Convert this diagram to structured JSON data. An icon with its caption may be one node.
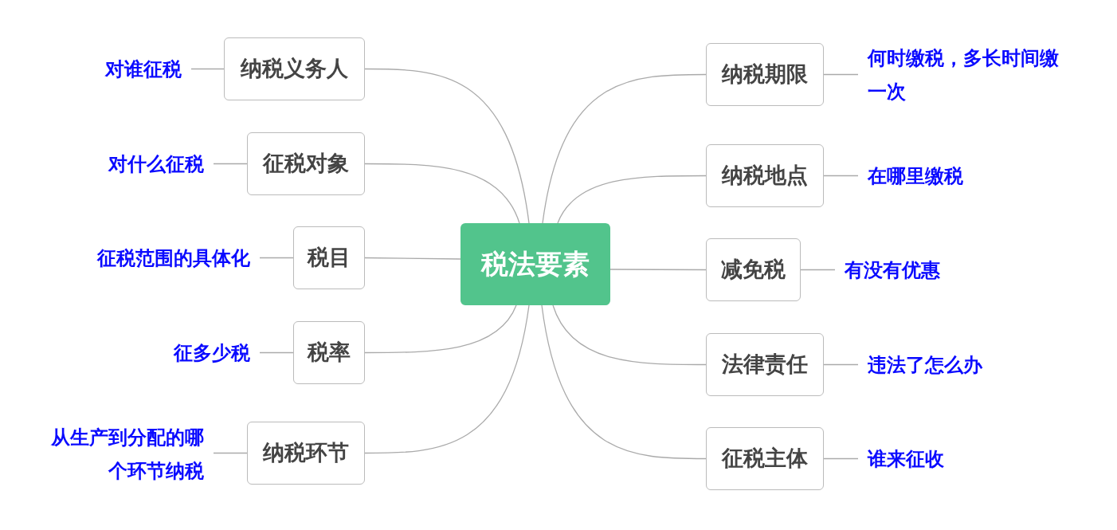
{
  "diagram": {
    "nodes": [
      {
        "text": [
          "税法要素"
        ]
      },
      {
        "text": [
          "纳税义务人"
        ]
      },
      {
        "text": [
          "征税对象"
        ]
      },
      {
        "text": [
          "税目"
        ]
      },
      {
        "text": [
          "税率"
        ]
      },
      {
        "text": [
          "纳税环节"
        ]
      },
      {
        "text": [
          "纳税期限"
        ]
      },
      {
        "text": [
          "纳税地点"
        ]
      },
      {
        "text": [
          "减免税"
        ]
      },
      {
        "text": [
          "法律责任"
        ]
      },
      {
        "text": [
          "征税主体"
        ]
      },
      {
        "text": [
          "对谁征税"
        ]
      },
      {
        "text": [
          "对什么征税"
        ]
      },
      {
        "text": [
          "征税范围的具体化"
        ]
      },
      {
        "text": [
          "征多少税"
        ]
      },
      {
        "text": [
          "从生产到分配的哪个环节纳税"
        ]
      },
      {
        "text": [
          "何时缴税，多长时间缴一次"
        ]
      },
      {
        "text": [
          "在哪里缴税"
        ]
      },
      {
        "text": [
          "有没有优惠"
        ]
      },
      {
        "text": [
          "违法了怎么办"
        ]
      },
      {
        "text": [
          "谁来征收"
        ]
      }
    ],
    "edges": [
      {
        "from": 0,
        "to": 1,
        "arrow": "none"
      },
      {
        "from": 0,
        "to": 2,
        "arrow": "none"
      },
      {
        "from": 0,
        "to": 3,
        "arrow": "none"
      },
      {
        "from": 0,
        "to": 4,
        "arrow": "none"
      },
      {
        "from": 0,
        "to": 5,
        "arrow": "none"
      },
      {
        "from": 0,
        "to": 6,
        "arrow": "none"
      },
      {
        "from": 0,
        "to": 7,
        "arrow": "none"
      },
      {
        "from": 0,
        "to": 8,
        "arrow": "none"
      },
      {
        "from": 0,
        "to": 9,
        "arrow": "none"
      },
      {
        "from": 0,
        "to": 10,
        "arrow": "none"
      },
      {
        "from": 1,
        "to": 11,
        "arrow": "none"
      },
      {
        "from": 2,
        "to": 12,
        "arrow": "none"
      },
      {
        "from": 3,
        "to": 13,
        "arrow": "none"
      },
      {
        "from": 4,
        "to": 14,
        "arrow": "none"
      },
      {
        "from": 5,
        "to": 15,
        "arrow": "none"
      },
      {
        "from": 6,
        "to": 16,
        "arrow": "none"
      },
      {
        "from": 7,
        "to": 17,
        "arrow": "none"
      },
      {
        "from": 8,
        "to": 18,
        "arrow": "none"
      },
      {
        "from": 9,
        "to": 19,
        "arrow": "none"
      },
      {
        "from": 10,
        "to": 20,
        "arrow": "none"
      }
    ]
  }
}
